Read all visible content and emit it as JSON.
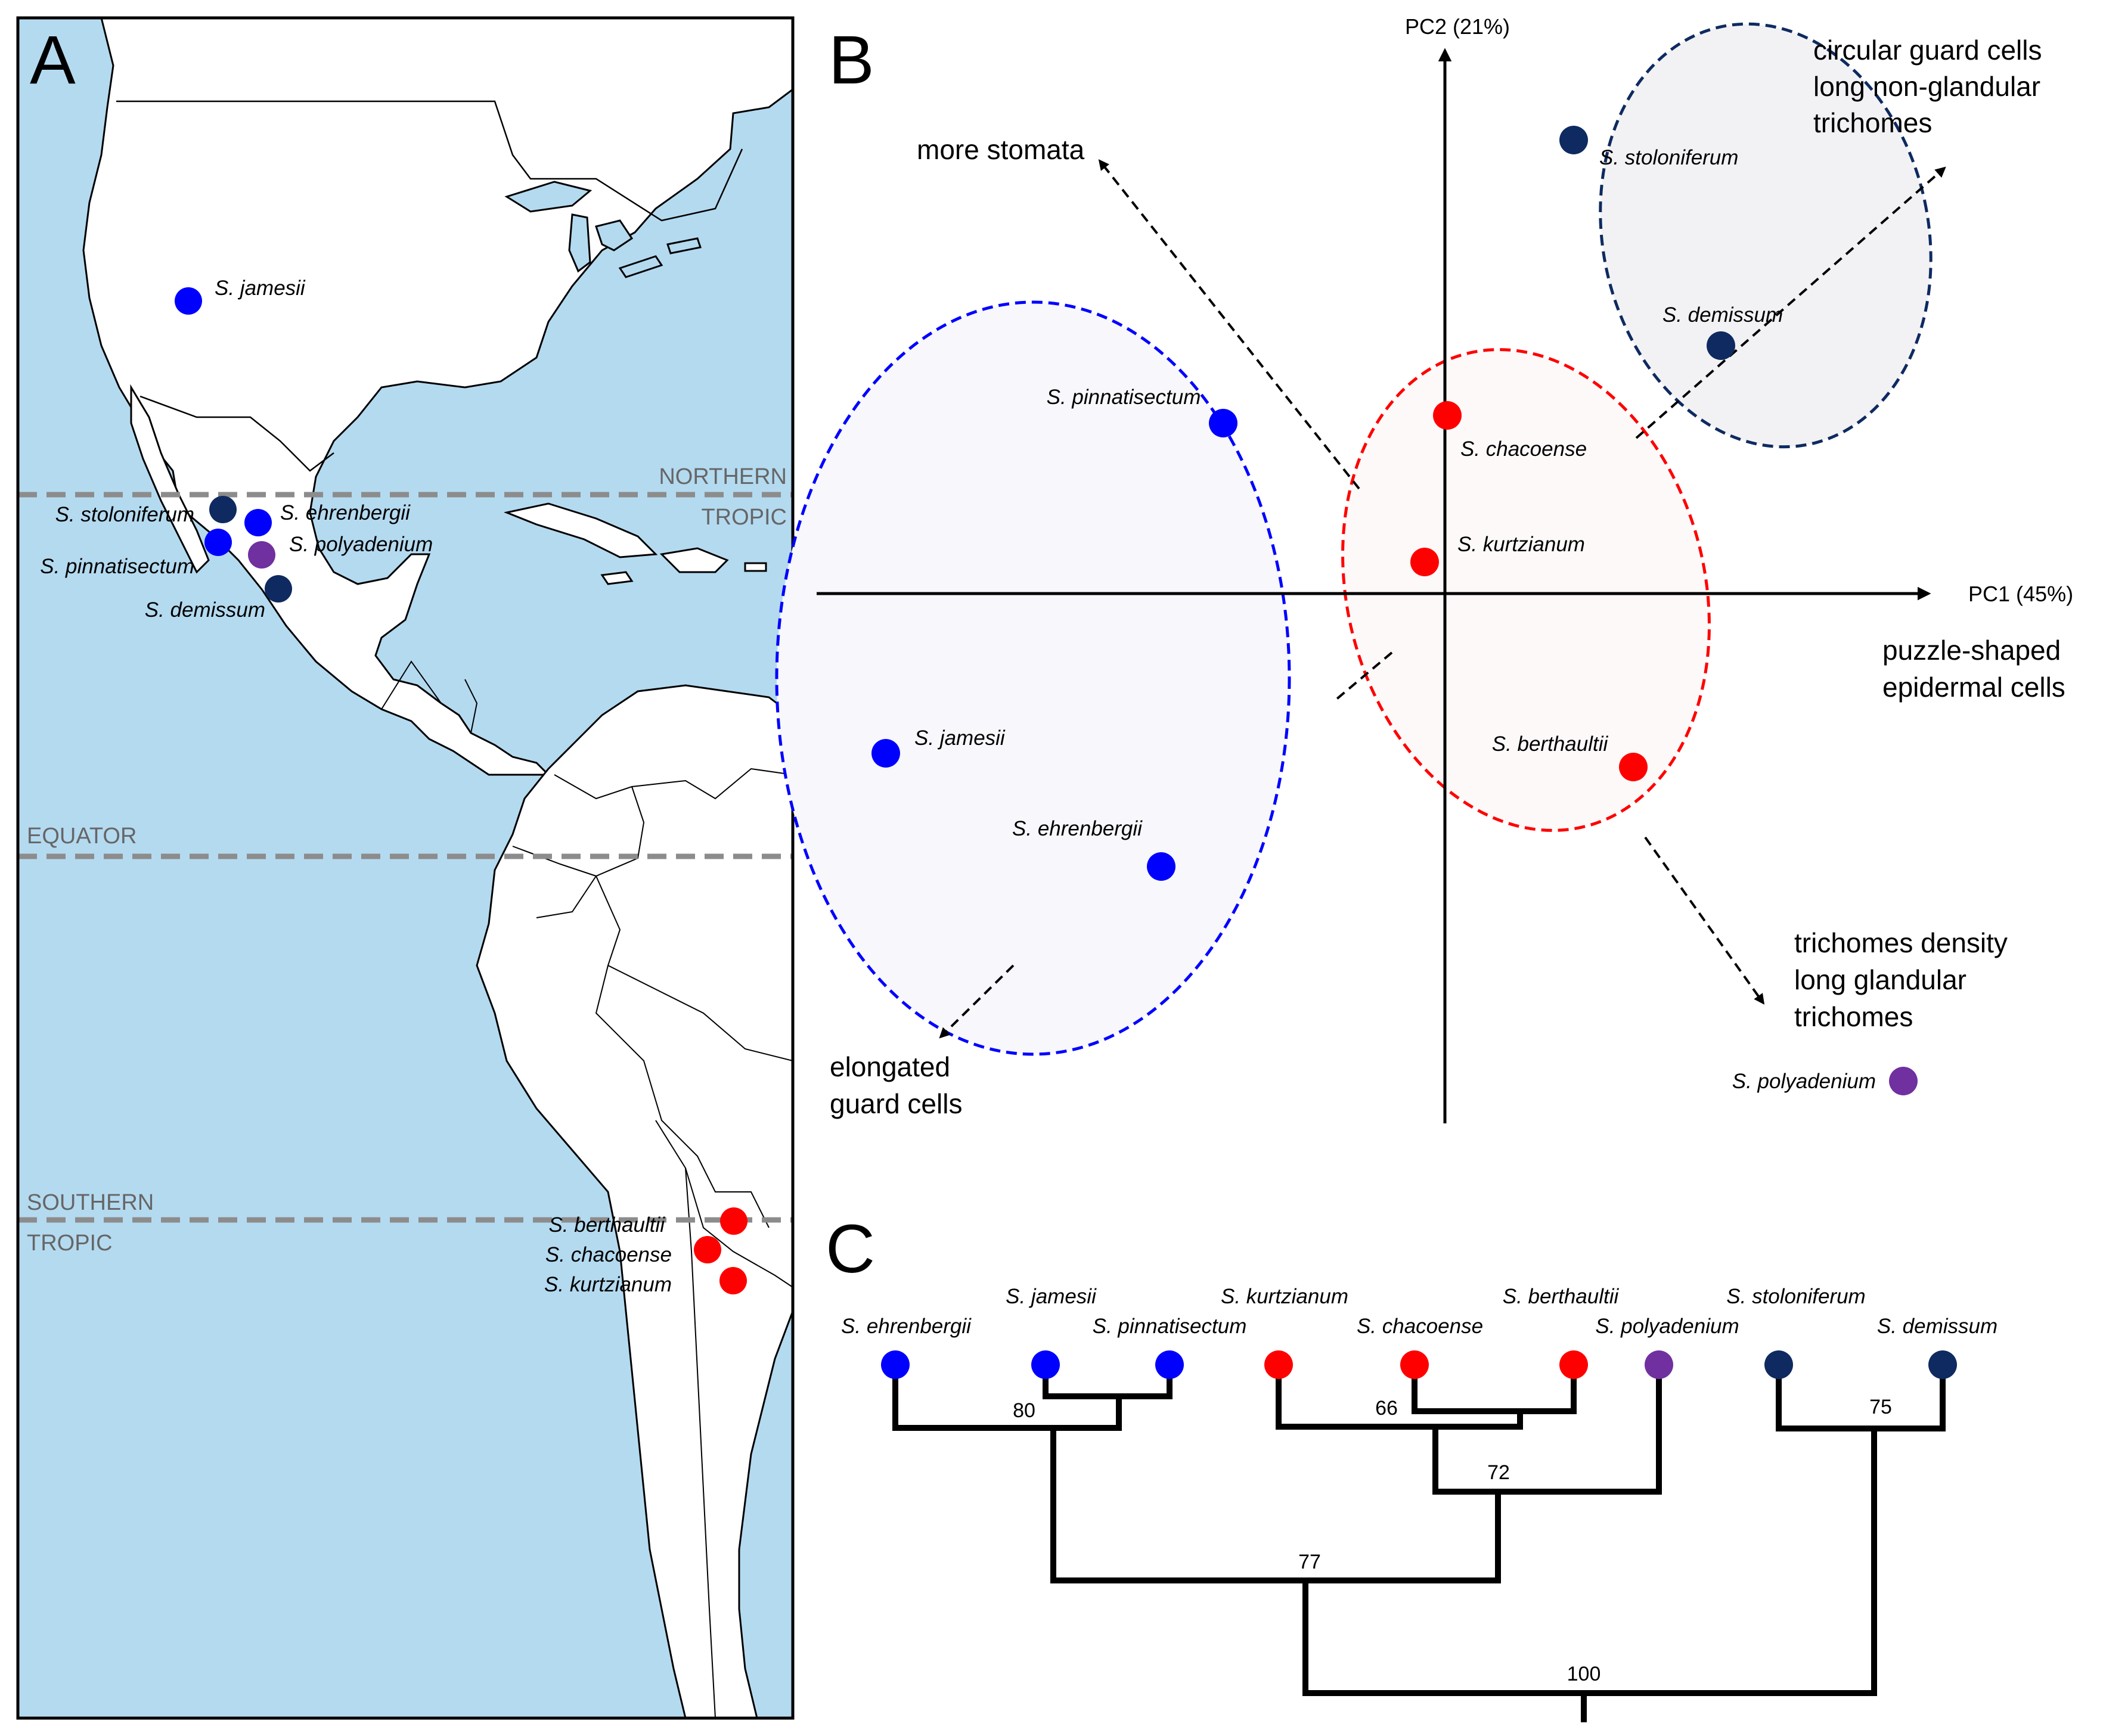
{
  "colors": {
    "ocean": "#b4daf0",
    "land": "#ffffff",
    "blue": "#0000ff",
    "navy": "#0e2a60",
    "red": "#ff0000",
    "purple": "#7030a0",
    "gray": "#8c8c8c"
  },
  "panel_a": {
    "letter": "A",
    "lines": [
      {
        "label_top": "NORTHERN",
        "label_bottom": "TROPIC"
      },
      {
        "label_top": "EQUATOR"
      },
      {
        "label_top": "SOUTHERN",
        "label_bottom": "TROPIC"
      }
    ],
    "sites": [
      {
        "name": "S. jamesii",
        "group": "blue"
      },
      {
        "name": "S. stoloniferum",
        "group": "navy"
      },
      {
        "name": "S. ehrenbergii",
        "group": "blue"
      },
      {
        "name": "S. pinnatisectum",
        "group": "blue"
      },
      {
        "name": "S. polyadenium",
        "group": "purple"
      },
      {
        "name": "S. demissum",
        "group": "navy"
      },
      {
        "name": "S. berthaultii",
        "group": "red"
      },
      {
        "name": "S. chacoense",
        "group": "red"
      },
      {
        "name": "S. kurtzianum",
        "group": "red"
      }
    ]
  },
  "panel_b": {
    "letter": "B",
    "xaxis_label": "PC1 (45%)",
    "yaxis_label": "PC2 (21%)",
    "points": [
      {
        "name": "S. stoloniferum",
        "group": "navy"
      },
      {
        "name": "S. demissum",
        "group": "navy"
      },
      {
        "name": "S. pinnatisectum",
        "group": "blue"
      },
      {
        "name": "S. chacoense",
        "group": "red"
      },
      {
        "name": "S. kurtzianum",
        "group": "red"
      },
      {
        "name": "S. jamesii",
        "group": "blue"
      },
      {
        "name": "S. ehrenbergii",
        "group": "blue"
      },
      {
        "name": "S. berthaultii",
        "group": "red"
      },
      {
        "name": "S. polyadenium",
        "group": "purple"
      }
    ],
    "annotations": {
      "more_stomata": "more stomata",
      "circular": [
        "circular guard cells",
        "long non-glandular",
        "trichomes"
      ],
      "puzzle": [
        "puzzle-shaped",
        "epidermal cells"
      ],
      "trichomes_density": [
        "trichomes density",
        "long glandular",
        "trichomes"
      ],
      "elongated": [
        "elongated",
        "guard cells"
      ]
    }
  },
  "panel_c": {
    "letter": "C",
    "tips": [
      {
        "name": "S. ehrenbergii",
        "group": "blue"
      },
      {
        "name": "S. jamesii",
        "group": "blue"
      },
      {
        "name": "S. pinnatisectum",
        "group": "blue"
      },
      {
        "name": "S. kurtzianum",
        "group": "red"
      },
      {
        "name": "S. chacoense",
        "group": "red"
      },
      {
        "name": "S. berthaultii",
        "group": "red"
      },
      {
        "name": "S. polyadenium",
        "group": "purple"
      },
      {
        "name": "S. stoloniferum",
        "group": "navy"
      },
      {
        "name": "S. demissum",
        "group": "navy"
      }
    ],
    "bootstrap": [
      "80",
      "66",
      "72",
      "77",
      "75",
      "100"
    ]
  }
}
